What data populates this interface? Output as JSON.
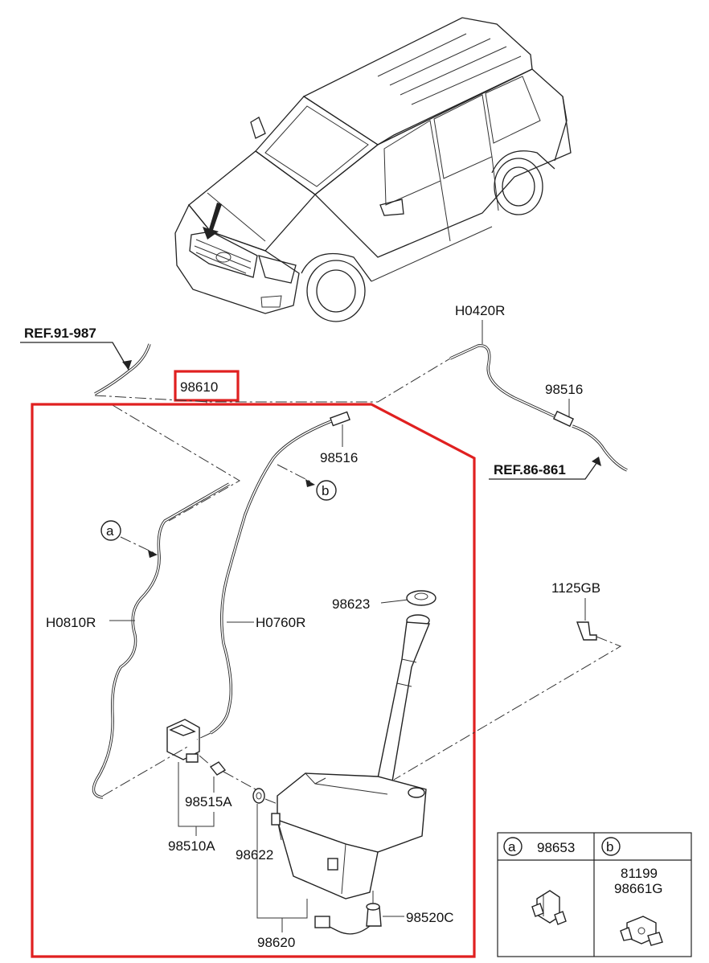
{
  "labels": {
    "ref_left": "REF.91-987",
    "ref_right": "REF.86-861",
    "assembly": "98610",
    "hose_top": "H0420R",
    "nozzle_outer": "98516",
    "nozzle_inner": "98516",
    "hose_left": "H0810R",
    "hose_mid": "H0760R",
    "cap": "98623",
    "bolt": "1125GB",
    "filter": "98515A",
    "pump": "98510A",
    "grommet": "98622",
    "reservoir": "98620",
    "level_sensor": "98520C",
    "callout_a": "a",
    "callout_b": "b"
  },
  "legend": {
    "a_letter": "a",
    "a_part": "98653",
    "b_letter": "b",
    "b_part_1": "81199",
    "b_part_2": "98661G"
  },
  "colors": {
    "highlight": "#e02020",
    "line": "#222222"
  }
}
